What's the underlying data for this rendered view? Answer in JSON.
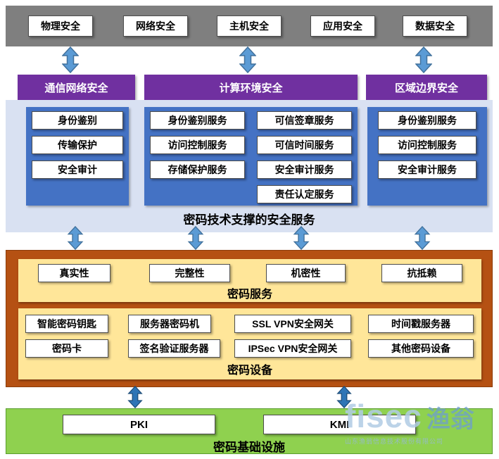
{
  "physical_layer": {
    "items": [
      "物理安全",
      "网络安全",
      "主机安全",
      "应用安全",
      "数据安全"
    ]
  },
  "protection_layer": {
    "items": [
      "通信网络安全",
      "计算环境安全",
      "区域边界安全"
    ]
  },
  "security_services": {
    "label": "密码技术支撑的安全服务",
    "comm_network_items": [
      "身份鉴别",
      "传输保护",
      "安全审计"
    ],
    "computing_env_col1": [
      "身份鉴别服务",
      "访问控制服务",
      "存储保护服务"
    ],
    "computing_env_col2": [
      "可信签章服务",
      "可信时间服务",
      "安全审计服务",
      "责任认定服务"
    ],
    "area_boundary_items": [
      "身份鉴别服务",
      "访问控制服务",
      "安全审计服务"
    ]
  },
  "crypto_services": {
    "label": "密码服务",
    "items": [
      "真实性",
      "完整性",
      "机密性",
      "抗抵赖"
    ]
  },
  "crypto_devices": {
    "label": "密码设备",
    "row1": [
      "智能密码钥匙",
      "服务器密码机",
      "SSL VPN安全网关",
      "时间戳服务器"
    ],
    "row2": [
      "密码卡",
      "签名验证服务器",
      "IPSec VPN安全网关",
      "其他密码设备"
    ]
  },
  "infrastructure": {
    "label": "密码基础设施",
    "items": [
      "PKI",
      "KMI"
    ]
  },
  "watermark": {
    "brand": "fisec",
    "brand_cn": "渔翁",
    "subtext": "山东渔翁信息技术股份有限公司"
  },
  "colors": {
    "gray_bar": "#7f7f7f",
    "purple": "#7030a0",
    "lavender": "#d9e1f2",
    "blue_box": "#4472c4",
    "brown": "#b55113",
    "yellow": "#ffe699",
    "green": "#8fd14f",
    "arrow_blue": "#5b9bd5",
    "arrow_dark_blue": "#2e75b6"
  }
}
